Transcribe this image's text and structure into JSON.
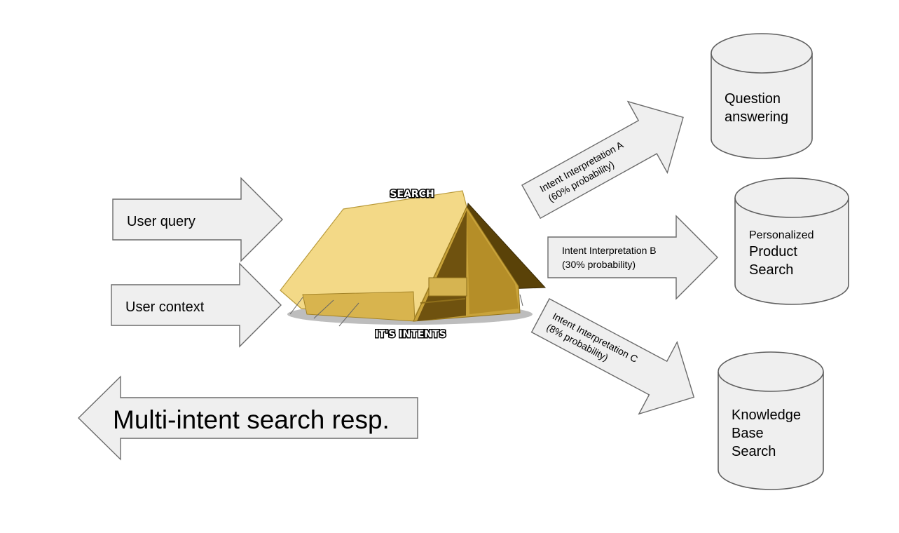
{
  "inputs": {
    "user_query": "User query",
    "user_context": "User context"
  },
  "tent": {
    "top_label": "SEARCH",
    "bottom_label": "IT'S INTENTS"
  },
  "intents": {
    "a": {
      "line1": "Intent Interpretation A",
      "line2": "(60% probability)"
    },
    "b": {
      "line1": "Intent Interpretation B",
      "line2": "(30% probability)"
    },
    "c": {
      "line1": "Intent Interpretation C",
      "line2": "(8% probability)"
    }
  },
  "targets": {
    "qa": {
      "line1": "Question",
      "line2": "answering"
    },
    "product": {
      "line1": "Personalized",
      "line2": "Product",
      "line3": "Search"
    },
    "kb": {
      "line1": "Knowledge",
      "line2": "Base",
      "line3": "Search"
    }
  },
  "response": {
    "label": "Multi-intent search resp."
  },
  "colors": {
    "shape_fill": "#efefef",
    "shape_stroke": "#6b6b6b",
    "tent_light": "#f1d37f",
    "tent_dark": "#7d5f13"
  }
}
